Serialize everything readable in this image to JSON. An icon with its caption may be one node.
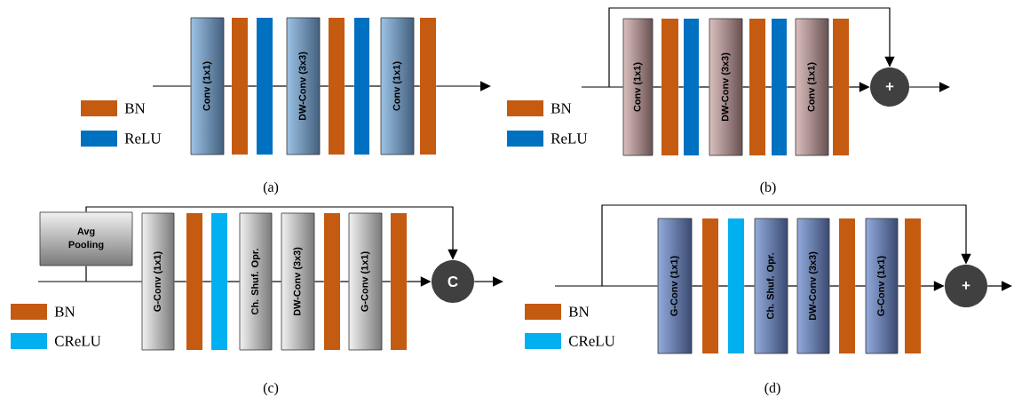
{
  "diagram": {
    "nodes": [
      {
        "text": [
          "Conv (1x1)"
        ]
      },
      {
        "text": [],
        "shape": "bar"
      },
      {
        "text": [],
        "shape": "bar"
      },
      {
        "text": [
          "DW-Conv (3x3)"
        ]
      },
      {
        "text": [],
        "shape": "bar"
      },
      {
        "text": [],
        "shape": "bar"
      },
      {
        "text": [
          "Conv (1x1)"
        ]
      },
      {
        "text": [],
        "shape": "bar"
      },
      {
        "text": [
          "Conv (1x1)"
        ]
      },
      {
        "text": [],
        "shape": "bar"
      },
      {
        "text": [],
        "shape": "bar"
      },
      {
        "text": [
          "DW-Conv (3x3)"
        ]
      },
      {
        "text": [],
        "shape": "bar"
      },
      {
        "text": [],
        "shape": "bar"
      },
      {
        "text": [
          "Conv (1x1)"
        ]
      },
      {
        "text": [],
        "shape": "bar"
      },
      {
        "text": [
          "+"
        ]
      },
      {
        "text": [
          "Avg Pooling"
        ]
      },
      {
        "text": [
          "G-Conv (1x1)"
        ]
      },
      {
        "text": [],
        "shape": "bar"
      },
      {
        "text": [],
        "shape": "bar"
      },
      {
        "text": [
          "Ch. Shuf. Opr."
        ]
      },
      {
        "text": [
          "DW-Conv (3x3)"
        ]
      },
      {
        "text": [],
        "shape": "bar"
      },
      {
        "text": [
          "G-Conv (1x1)"
        ]
      },
      {
        "text": [],
        "shape": "bar"
      },
      {
        "text": [
          "C"
        ]
      },
      {
        "text": [
          "G-Conv (1x1)"
        ]
      },
      {
        "text": [],
        "shape": "bar"
      },
      {
        "text": [],
        "shape": "bar"
      },
      {
        "text": [
          "Ch. Shuf. Opr."
        ]
      },
      {
        "text": [
          "DW-Conv (3x3)"
        ]
      },
      {
        "text": [],
        "shape": "bar"
      },
      {
        "text": [
          "G-Conv (1x1)"
        ]
      },
      {
        "text": [],
        "shape": "bar"
      },
      {
        "text": [
          "+"
        ]
      }
    ],
    "edges": [
      {
        "from": null,
        "to": 0,
        "arrow": "none"
      },
      {
        "from": 0,
        "to": 1,
        "arrow": "none"
      },
      {
        "from": 1,
        "to": 2,
        "arrow": "none"
      },
      {
        "from": 2,
        "to": 3,
        "arrow": "none"
      },
      {
        "from": 3,
        "to": 4,
        "arrow": "none"
      },
      {
        "from": 4,
        "to": 5,
        "arrow": "none"
      },
      {
        "from": 5,
        "to": 6,
        "arrow": "none"
      },
      {
        "from": 6,
        "to": 7,
        "arrow": "none"
      },
      {
        "from": 7,
        "to": null,
        "arrow": "to"
      },
      {
        "from": null,
        "to": 8,
        "arrow": "none"
      },
      {
        "from": 8,
        "to": 9,
        "arrow": "none"
      },
      {
        "from": 9,
        "to": 10,
        "arrow": "none"
      },
      {
        "from": 10,
        "to": 11,
        "arrow": "none"
      },
      {
        "from": 11,
        "to": 12,
        "arrow": "none"
      },
      {
        "from": 12,
        "to": 13,
        "arrow": "none"
      },
      {
        "from": 13,
        "to": 14,
        "arrow": "none"
      },
      {
        "from": 14,
        "to": 15,
        "arrow": "none"
      },
      {
        "from": 15,
        "to": 16,
        "arrow": "to"
      },
      {
        "from": 16,
        "to": null,
        "arrow": "to"
      },
      {
        "from": null,
        "to": 16,
        "arrow": "to"
      },
      {
        "from": null,
        "to": 18,
        "arrow": "none"
      },
      {
        "from": 18,
        "to": 19,
        "arrow": "none"
      },
      {
        "from": 19,
        "to": 20,
        "arrow": "none"
      },
      {
        "from": 20,
        "to": 21,
        "arrow": "none"
      },
      {
        "from": 21,
        "to": 22,
        "arrow": "none"
      },
      {
        "from": 22,
        "to": 23,
        "arrow": "none"
      },
      {
        "from": 23,
        "to": 24,
        "arrow": "none"
      },
      {
        "from": 24,
        "to": 25,
        "arrow": "none"
      },
      {
        "from": 25,
        "to": 26,
        "arrow": "to"
      },
      {
        "from": 26,
        "to": null,
        "arrow": "to"
      },
      {
        "from": null,
        "to": 17,
        "arrow": "none"
      },
      {
        "from": 17,
        "to": 26,
        "arrow": "to"
      },
      {
        "from": null,
        "to": 27,
        "arrow": "none"
      },
      {
        "from": 27,
        "to": 28,
        "arrow": "none"
      },
      {
        "from": 28,
        "to": 29,
        "arrow": "none"
      },
      {
        "from": 29,
        "to": 30,
        "arrow": "none"
      },
      {
        "from": 30,
        "to": 31,
        "arrow": "none"
      },
      {
        "from": 31,
        "to": 32,
        "arrow": "none"
      },
      {
        "from": 32,
        "to": 33,
        "arrow": "none"
      },
      {
        "from": 33,
        "to": 34,
        "arrow": "none"
      },
      {
        "from": 34,
        "to": 35,
        "arrow": "to"
      },
      {
        "from": 35,
        "to": null,
        "arrow": "to"
      },
      {
        "from": null,
        "to": 35,
        "arrow": "to"
      }
    ],
    "labels": [
      "(a)",
      "(b)",
      "(c)",
      "(d)"
    ],
    "legend": [
      {
        "text": "BN",
        "color": "#c55a11"
      },
      {
        "text": "ReLU",
        "color": "#0070c0"
      },
      {
        "text": "BN",
        "color": "#c55a11"
      },
      {
        "text": "ReLU",
        "color": "#0070c0"
      },
      {
        "text": "BN",
        "color": "#c55a11"
      },
      {
        "text": "CReLU",
        "color": "#00b0f0"
      },
      {
        "text": "BN",
        "color": "#c55a11"
      },
      {
        "text": "CReLU",
        "color": "#00b0f0"
      }
    ]
  }
}
